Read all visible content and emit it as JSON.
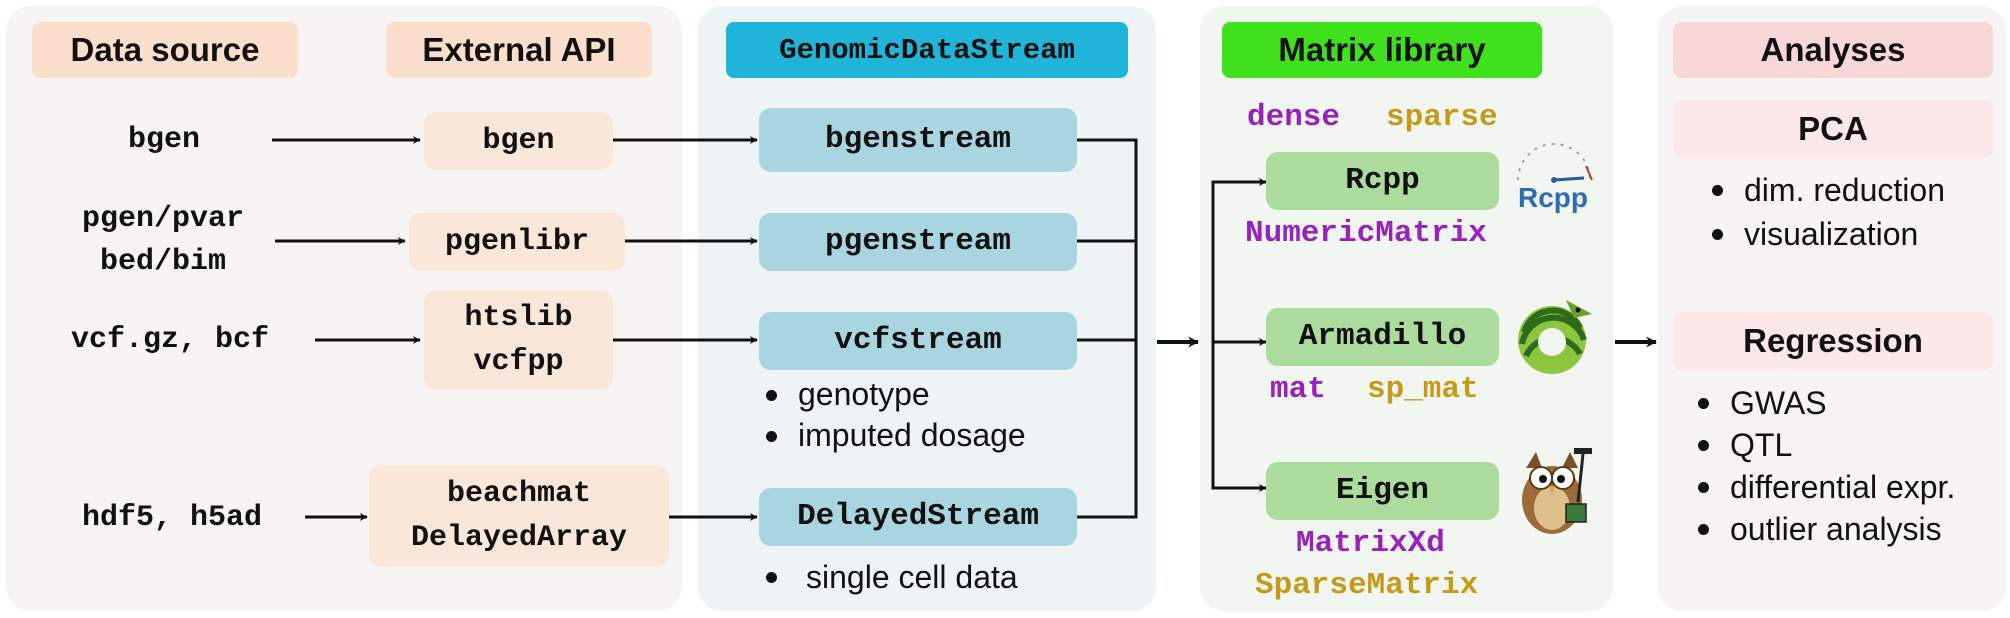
{
  "columns": {
    "data_source": {
      "header": "Data source"
    },
    "external_api": {
      "header": "External API"
    },
    "stream": {
      "header": "GenomicDataStream"
    },
    "matrix": {
      "header": "Matrix library"
    },
    "analyses": {
      "header": "Analyses"
    }
  },
  "rows": [
    {
      "source": [
        "bgen"
      ],
      "api": [
        "bgen"
      ],
      "stream": "bgenstream"
    },
    {
      "source": [
        "pgen/pvar",
        "bed/bim"
      ],
      "api": [
        "pgenlibr"
      ],
      "stream": "pgenstream"
    },
    {
      "source": [
        "vcf.gz, bcf"
      ],
      "api": [
        "htslib",
        "vcfpp"
      ],
      "stream": "vcfstream"
    },
    {
      "source": [
        "hdf5, h5ad"
      ],
      "api": [
        "beachmat",
        "DelayedArray"
      ],
      "stream": "DelayedStream"
    }
  ],
  "stream_notes": {
    "vcf": [
      "genotype",
      "imputed dosage"
    ],
    "delayed": [
      "single cell data"
    ]
  },
  "matrix_libs": {
    "rcpp": {
      "name": "Rcpp",
      "types": [
        "dense",
        "sparse",
        "NumericMatrix"
      ],
      "logo_text": "Rcpp"
    },
    "armadillo": {
      "name": "Armadillo",
      "types": [
        "mat",
        "sp_mat"
      ]
    },
    "eigen": {
      "name": "Eigen",
      "types": [
        "MatrixXd",
        "SparseMatrix"
      ]
    }
  },
  "analyses": {
    "pca": {
      "title": "PCA",
      "items": [
        "dim. reduction",
        "visualization"
      ]
    },
    "regression": {
      "title": "Regression",
      "items": [
        "GWAS",
        "QTL",
        "differential expr.",
        "outlier analysis"
      ]
    }
  },
  "colors": {
    "panel_bg": "#f7f5f3",
    "stream_panel_bg": "#eef4f6",
    "matrix_panel_bg": "#f2f6f0",
    "source_header": "#fbdfcc",
    "stream_header": "#1fb4d8",
    "matrix_header": "#3ee11c",
    "analyses_header": "#f9d6d8",
    "stream_box": "#a8d5df",
    "matrix_box": "#abdc9d",
    "api_box": "#fbe6da",
    "dense_type": "#9a1fbf",
    "sparse_type": "#c49a17"
  }
}
